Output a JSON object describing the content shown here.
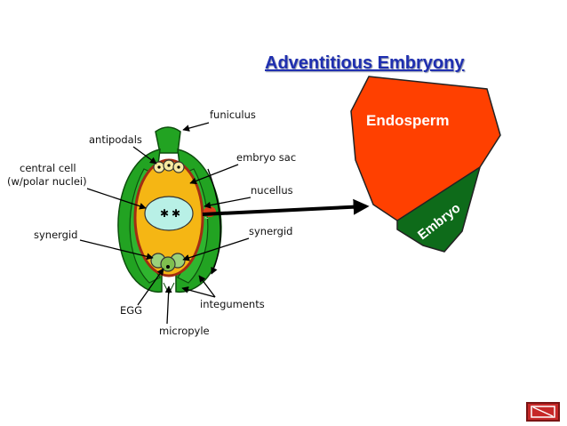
{
  "title": "Adventitious Embryony",
  "ovule_labels": {
    "funiculus": "funiculus",
    "antipodals": "antipodals",
    "embryo_sac": "embryo sac",
    "central_cell": "central cell",
    "polar_nuclei": "(w/polar nuclei)",
    "nucellus": "nucellus",
    "synergid_left": "synergid",
    "synergid_right": "synergid",
    "egg": "EGG",
    "integuments": "integuments",
    "micropyle": "micropyle"
  },
  "seed_labels": {
    "endosperm": "Endosperm",
    "embryo": "Embryo"
  },
  "colors": {
    "title": "#1f2fb0",
    "integument_green": "#22a322",
    "nucellus_yellow": "#f5b614",
    "sac_wall": "#a32d12",
    "central_cell": "#b8f0e6",
    "endosperm": "#ff4000",
    "embryo": "#0e6b1a",
    "nav_button": "#c62828"
  },
  "nav": {
    "icon": "next-slide-icon"
  }
}
